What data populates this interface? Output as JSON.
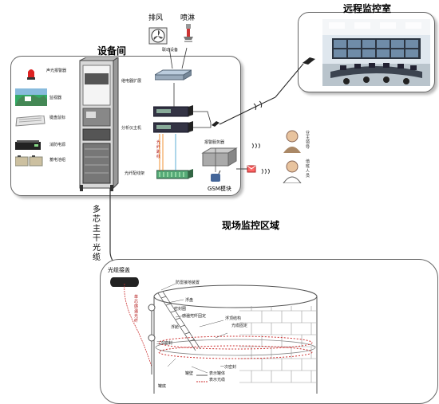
{
  "titles": {
    "equipment_room": "设备间",
    "remote_room": "远程监控室",
    "field_area": "现场监控区域",
    "trunk_cable": "多芯主干光缆",
    "splice_box": "光缆接盖"
  },
  "top_devices": {
    "exhaust_fan": "排风",
    "sprinkler": "喷淋",
    "linkage_label": "联动设备"
  },
  "left_devices": [
    {
      "label": "声光报警器",
      "icon": "alarm-light-icon"
    },
    {
      "label": "监视器",
      "icon": "monitor-icon"
    },
    {
      "label": "键盘鼠标",
      "icon": "keyboard-icon"
    },
    {
      "label": "消防电源",
      "icon": "power-supply-icon"
    },
    {
      "label": "蓄电池组",
      "icon": "battery-icon"
    }
  ],
  "center_devices": {
    "relay_expansion": "继电器扩展",
    "partition_host": "分析仪主机",
    "fiber_label": "光纤跳线",
    "optical_splitter": "光纤配线架",
    "alarm_server": "报警服务器",
    "gsm": "GSM模块"
  },
  "right_devices": {
    "sms_target": "业主领导",
    "sms_target_2": "值班人员"
  },
  "field": {
    "fiber_vertical": "单芯感温光纤",
    "labels": [
      "防雷接地装置",
      "浮盘",
      "密封圈",
      "感温光纤固定",
      "浮舱",
      "浮顶结构",
      "光缆固定",
      "二次密封",
      "一次密封",
      "罐壁",
      "罐底"
    ],
    "legend_1": "表示罐体",
    "legend_2": "表示光缆"
  }
}
